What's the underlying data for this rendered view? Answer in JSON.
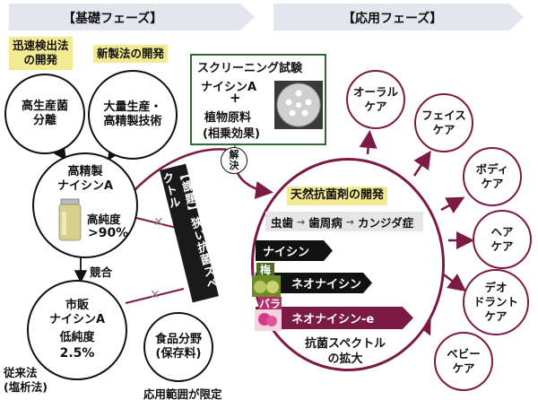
{
  "phases": {
    "basic": "【基礎フェーズ】",
    "applied": "【応用フェーズ】"
  },
  "tags": {
    "rapid_detection": [
      "迅速検出法",
      "の開発"
    ],
    "new_production": "新製法の開発"
  },
  "nodes": {
    "high_producer": [
      "高生産菌",
      "分離"
    ],
    "mass_production": [
      "大量生産・",
      "高精製技術"
    ],
    "purified_nisin": [
      "高精製",
      "ナイシンA"
    ],
    "high_purity_label": "高純度",
    "high_purity_value": ">90%",
    "commercial_nisin": [
      "市販",
      "ナイシンA"
    ],
    "low_purity_label": "低純度",
    "low_purity_value": "2.5%",
    "food_field": [
      "食品分野",
      "(保存料)"
    ]
  },
  "labels": {
    "competition": "競合",
    "conventional": [
      "従来法",
      "(塩析法)"
    ],
    "limited_range": "応用範囲が限定",
    "issue": "【課題】狭い抗菌スペクトル",
    "solution": [
      "解",
      "決"
    ]
  },
  "screening": {
    "title": "スクリーニング試験",
    "nisin": "ナイシンA",
    "plus": "+",
    "plant": "植物原料",
    "synergy": "(相乗効果)"
  },
  "development": {
    "title": "天然抗菌剤の開発",
    "targets": [
      "虫歯",
      "歯周病",
      "カンジダ症"
    ],
    "bar1": "ナイシン",
    "bar2": "ネオナイシン",
    "bar3": "ネオナイシン-e",
    "ume_label": "梅",
    "rose_label": "バラ",
    "spectrum": [
      "抗菌スペクトル",
      "の拡大"
    ]
  },
  "applications": [
    [
      "オーラル",
      "ケア"
    ],
    [
      "フェイス",
      "ケア"
    ],
    [
      "ボディ",
      "ケア"
    ],
    [
      "ヘア",
      "ケア"
    ],
    [
      "デオ",
      "ドラント",
      "ケア"
    ],
    [
      "ベビー",
      "ケア"
    ]
  ],
  "colors": {
    "accent": "#7b1b45",
    "yellow_tag": "#f3ea91",
    "green_border": "#2f6b2f",
    "gray_bar": "#e3e6ee"
  }
}
